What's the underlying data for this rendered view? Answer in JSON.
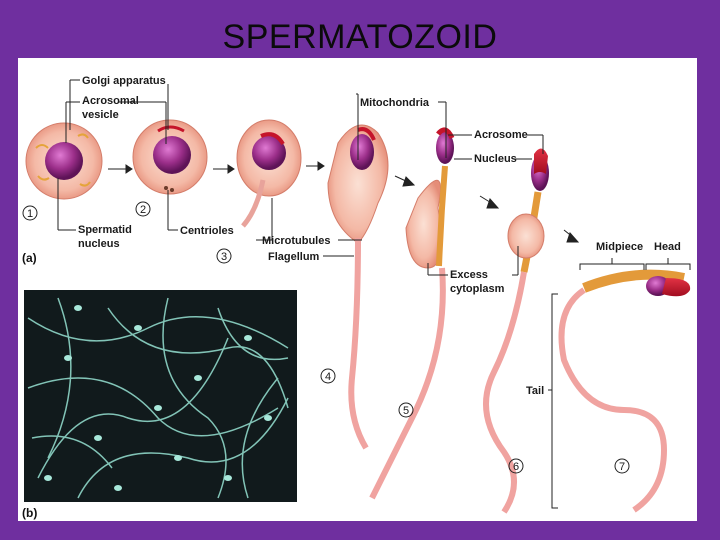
{
  "title": "SPERMATOZOID",
  "panel_a_label": "(a)",
  "panel_b_label": "(b)",
  "labels": {
    "golgi": "Golgi apparatus",
    "acrosomal": "Acrosomal",
    "vesicle": "vesicle",
    "spermatid": "Spermatid",
    "nucleus_low": "nucleus",
    "centrioles": "Centrioles",
    "mitochondria": "Mitochondria",
    "microtubules": "Microtubules",
    "flagellum": "Flagellum",
    "acrosome": "Acrosome",
    "nucleus": "Nucleus",
    "excess": "Excess",
    "cytoplasm": "cytoplasm",
    "midpiece": "Midpiece",
    "head": "Head",
    "tail": "Tail"
  },
  "steps": [
    "1",
    "2",
    "3",
    "4",
    "5",
    "6",
    "7"
  ],
  "colors": {
    "background": "#6f2f9f",
    "cell": "#f2b7a6",
    "nucleus": "#9c2f8a",
    "acrosome": "#c5142a",
    "midpiece": "#e39a3a",
    "tail": "#f0a3a0"
  }
}
